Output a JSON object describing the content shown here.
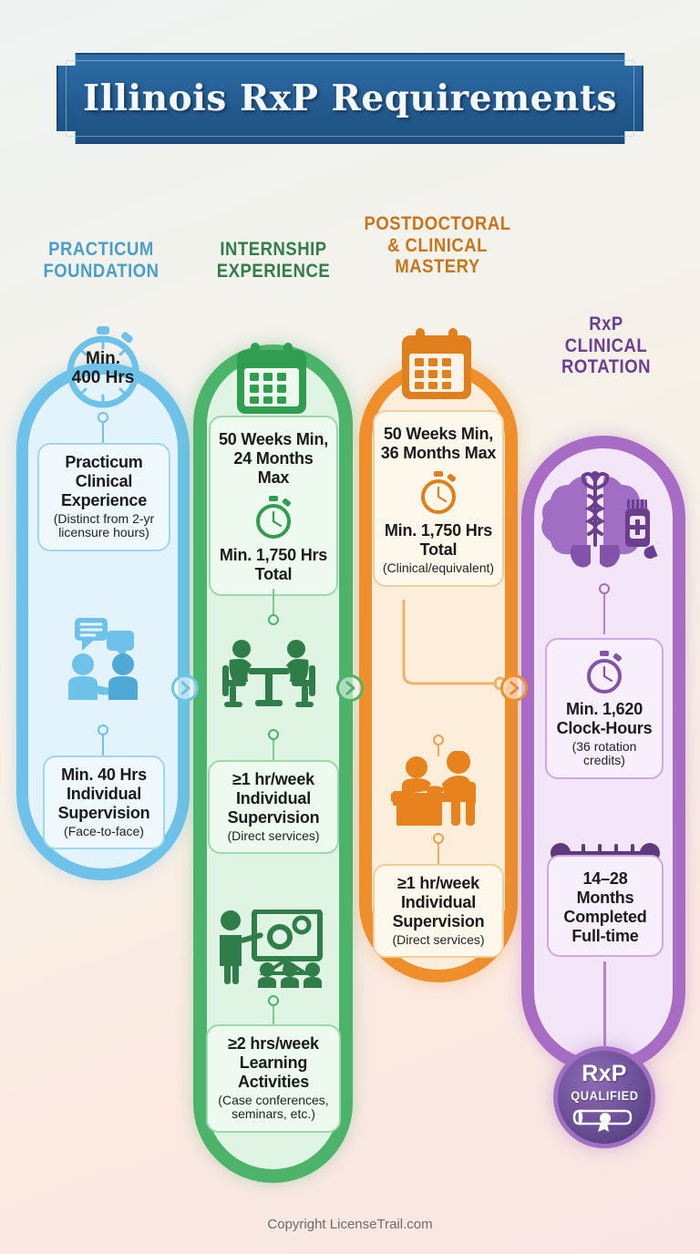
{
  "banner": {
    "title": "Illinois RxP Requirements"
  },
  "footer": {
    "text": "Copyright LicenseTrail.com"
  },
  "colors": {
    "practicum": "#4b9ec9",
    "internship": "#2f7d48",
    "postdoctoral": "#c8741a",
    "rotation": "#6b3f8f",
    "banner_bg": "#255f96",
    "page_bg": "#f4f0ea"
  },
  "columns": [
    {
      "id": "practicum",
      "title": "PRACTICUM\nFOUNDATION",
      "title_line1": "PRACTICUM",
      "title_line2": "FOUNDATION",
      "accent": "#4b9ec9",
      "items": [
        {
          "icon": "stopwatch-icon",
          "icon_label": "Min.\n400 Hrs",
          "icon_line1": "Min.",
          "icon_line2": "400 Hrs",
          "main": "Practicum\nClinical\nExperience",
          "main_line1": "Practicum",
          "main_line2": "Clinical",
          "main_line3": "Experience",
          "sub": "(Distinct from 2-yr licensure hours)",
          "sub_line1": "(Distinct from 2-yr",
          "sub_line2": "licensure hours)"
        },
        {
          "icon": "two-people-talking-icon",
          "main_line1": "Min. 40 Hrs",
          "main_line2": "Individual",
          "main_line3": "Supervision",
          "sub_line1": "(Face-to-face)"
        }
      ]
    },
    {
      "id": "internship",
      "title_line1": "INTERNSHIP",
      "title_line2": "EXPERIENCE",
      "accent": "#2f7d48",
      "items": [
        {
          "icon": "calendar-icon",
          "main_line1": "50 Weeks Min,",
          "main_line2": "24 Months Max",
          "inner_icon": "stopwatch-icon",
          "main_line3": "Min. 1,750 Hrs",
          "main_line4": "Total"
        },
        {
          "icon": "two-people-at-table-icon",
          "main_line1": "≥1 hr/week",
          "main_line2": "Individual",
          "main_line3": "Supervision",
          "sub_line1": "(Direct services)"
        },
        {
          "icon": "presentation-teaching-icon",
          "main_line1": "≥2 hrs/week",
          "main_line2": "Learning",
          "main_line3": "Activities",
          "sub_line1": "(Case conferences,",
          "sub_line2": "seminars, etc.)"
        }
      ]
    },
    {
      "id": "postdoctoral",
      "title_line1": "POSTDOCTORAL",
      "title_line2": "& CLINICAL",
      "title_line3": "MASTERY",
      "accent": "#c8741a",
      "items": [
        {
          "icon": "calendar-icon",
          "main_line1": "50 Weeks Min,",
          "main_line2": "36 Months Max",
          "inner_icon": "stopwatch-icon",
          "main_line3": "Min. 1,750 Hrs",
          "main_line4": "Total",
          "sub_line1": "(Clinical/equivalent)"
        },
        {
          "icon": "handshake-desk-icon",
          "main_line1": "≥1 hr/week",
          "main_line2": "Individual",
          "main_line3": "Supervision",
          "sub_line1": "(Direct services)"
        }
      ]
    },
    {
      "id": "rotation",
      "title_line1": "RxP",
      "title_line2": "CLINICAL",
      "title_line3": "ROTATION",
      "accent": "#6b3f8f",
      "items": [
        {
          "icon": "brain-caduceus-pill-icon",
          "inner_icon": "stopwatch-icon",
          "main_line1": "Min. 1,620",
          "main_line2": "Clock-Hours",
          "sub_line1": "(36 rotation",
          "sub_line2": "credits)"
        },
        {
          "icon": "timeline-icon",
          "main_line1": "14–28",
          "main_line2": "Months",
          "main_line3": "Completed",
          "main_line4": "Full-time"
        }
      ]
    }
  ],
  "badge": {
    "line1": "RxP",
    "line2": "QUALIFIED",
    "icon": "diploma-scroll-icon"
  },
  "arrows": [
    {
      "id": "arrow-practicum-to-internship",
      "color": "#6ec1e8",
      "glyph": "chevron-right-icon"
    },
    {
      "id": "arrow-internship-to-postdoctoral",
      "color": "#4cb36a",
      "glyph": "chevron-right-icon"
    },
    {
      "id": "arrow-postdoctoral-to-rotation",
      "color": "#ef8f2b",
      "glyph": "chevron-right-icon"
    }
  ]
}
